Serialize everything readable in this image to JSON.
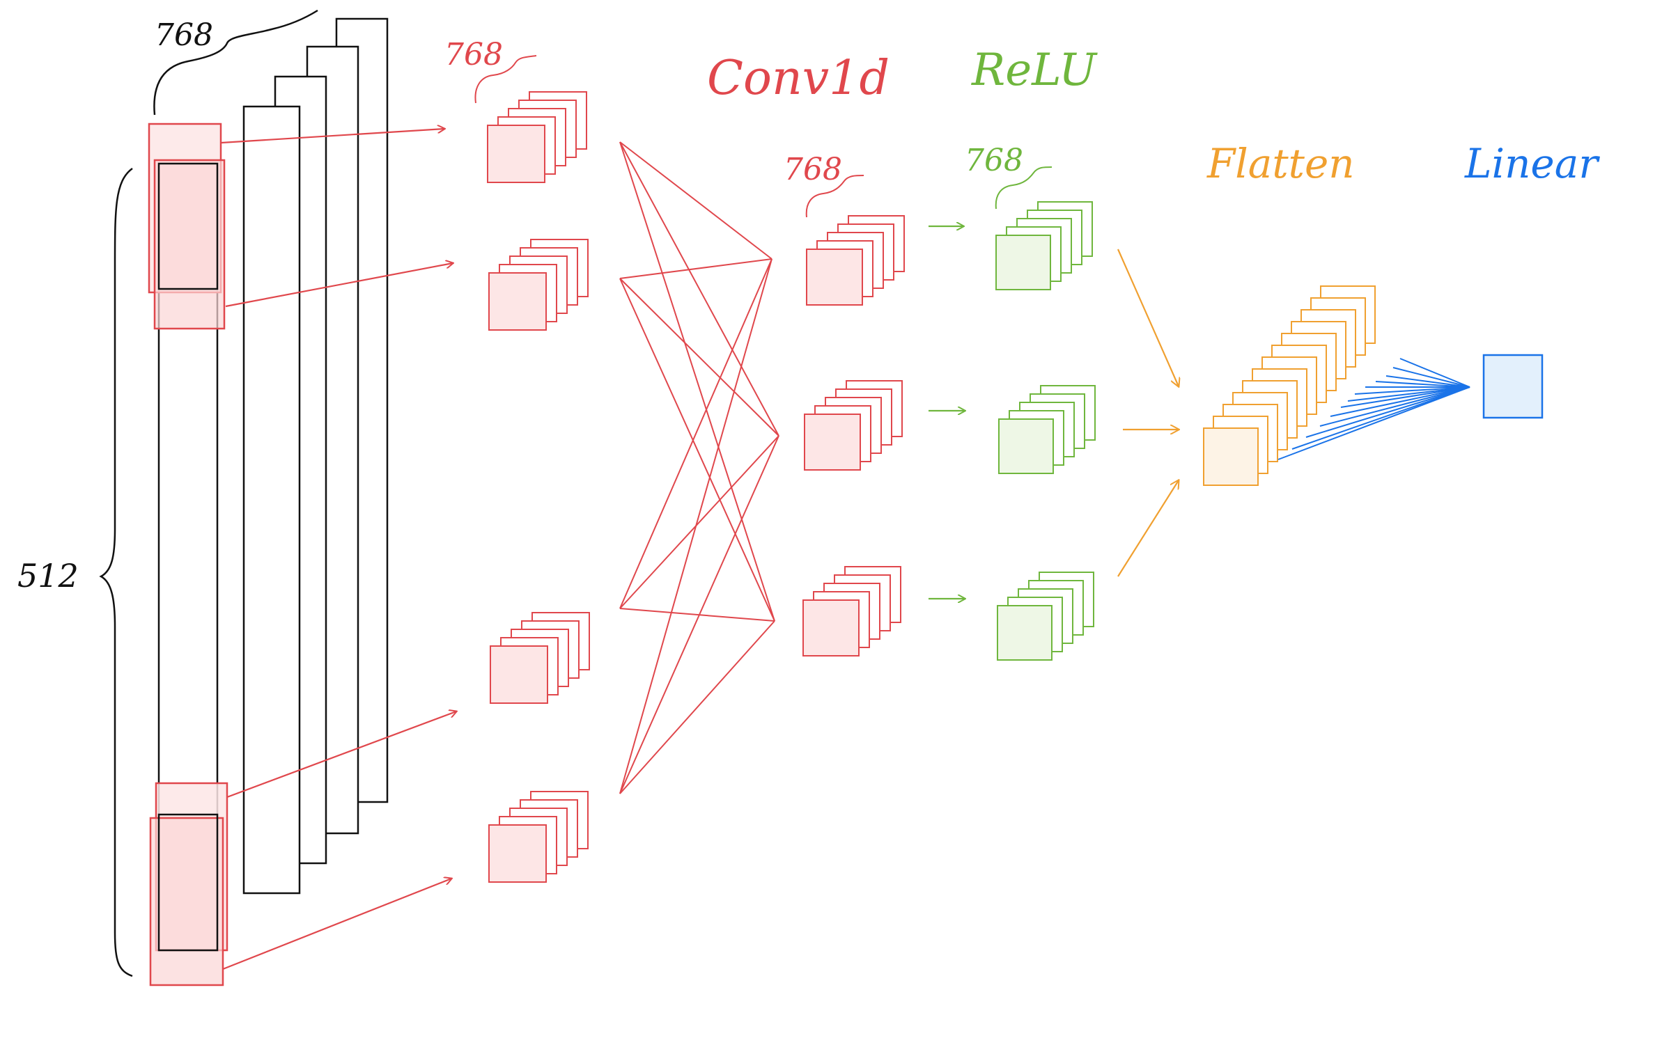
{
  "labels": {
    "dim_768_top": "768",
    "dim_512": "512",
    "dim_768_input": "768",
    "conv1d": "Conv1d",
    "dim_768_conv": "768",
    "relu": "ReLU",
    "dim_768_relu": "768",
    "flatten": "Flatten",
    "linear": "Linear"
  },
  "colors": {
    "black": "#111111",
    "red": "#e0474c",
    "red_fill": "#fde6e6",
    "green": "#6fb63d",
    "green_fill": "#eef7e6",
    "orange": "#f0a030",
    "orange_fill": "#fdf3e6",
    "blue": "#1a73e8",
    "blue_fill": "#e3f0fc"
  }
}
